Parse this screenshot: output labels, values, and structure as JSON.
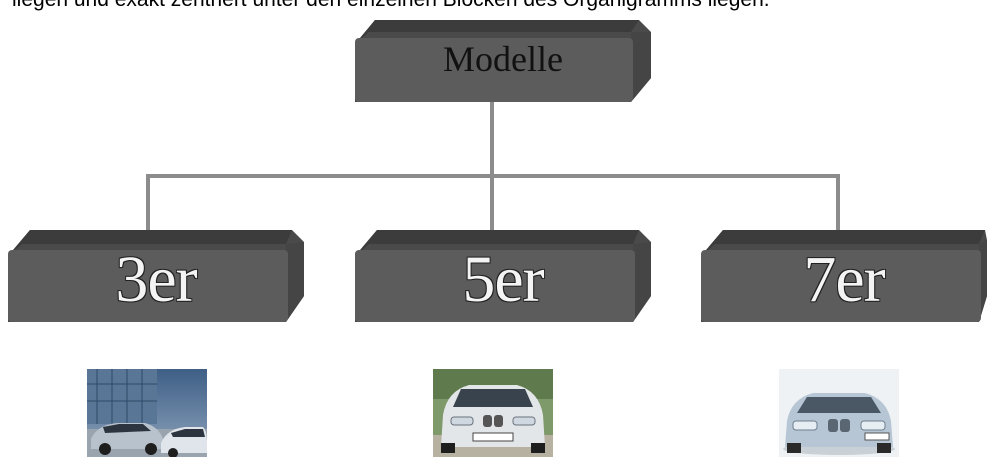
{
  "caption": "liegen und exakt zentriert unter den einzelnen Blöcken des Organigramms liegen.",
  "root": {
    "label": "Modelle"
  },
  "children": [
    {
      "label": "3er",
      "photo_icon": "car-photo-3er-icon"
    },
    {
      "label": "5er",
      "photo_icon": "car-photo-5er-icon"
    },
    {
      "label": "7er",
      "photo_icon": "car-photo-7er-icon"
    }
  ],
  "colors": {
    "box_front": "#5a5a5a",
    "box_top": "#3e3e3e",
    "box_side": "#474747",
    "connector": "#8c8c8c"
  }
}
